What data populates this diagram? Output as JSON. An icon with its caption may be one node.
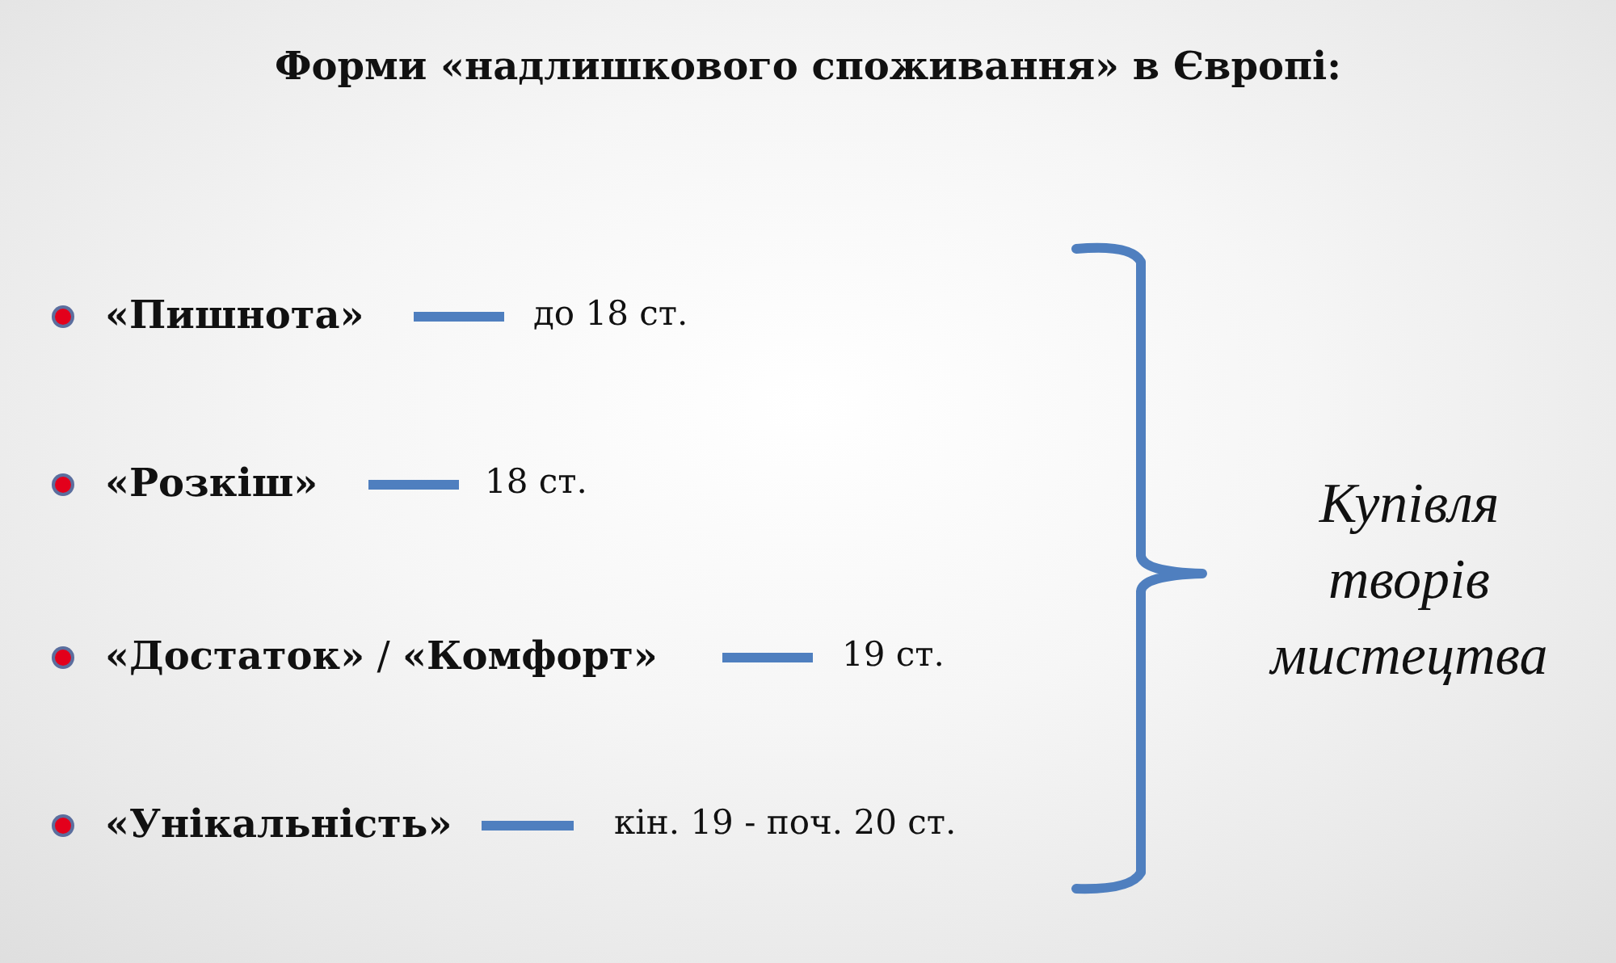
{
  "diagram": {
    "title": "Форми «надлишкового споживання» в Європі:",
    "nodes": [
      {
        "text": [
          "«Пишнота»"
        ]
      },
      {
        "text": [
          "до 18 ст."
        ]
      },
      {
        "text": [
          "«Розкіш»"
        ]
      },
      {
        "text": [
          "18 ст."
        ]
      },
      {
        "text": [
          "**«Достаток»** / **«Комфорт»**"
        ]
      },
      {
        "text": [
          "19 ст."
        ]
      },
      {
        "text": [
          "«Унікальність»"
        ]
      },
      {
        "text": [
          "кін. 19 - поч. 20 ст."
        ]
      },
      {
        "text": [
          "Купівля творів мистецтва"
        ]
      }
    ],
    "edges": [
      {
        "from": 0,
        "to": 1,
        "arrow": "none"
      },
      {
        "from": 2,
        "to": 3,
        "arrow": "none"
      },
      {
        "from": 4,
        "to": 5,
        "arrow": "none"
      },
      {
        "from": 6,
        "to": 7,
        "arrow": "none"
      }
    ]
  }
}
